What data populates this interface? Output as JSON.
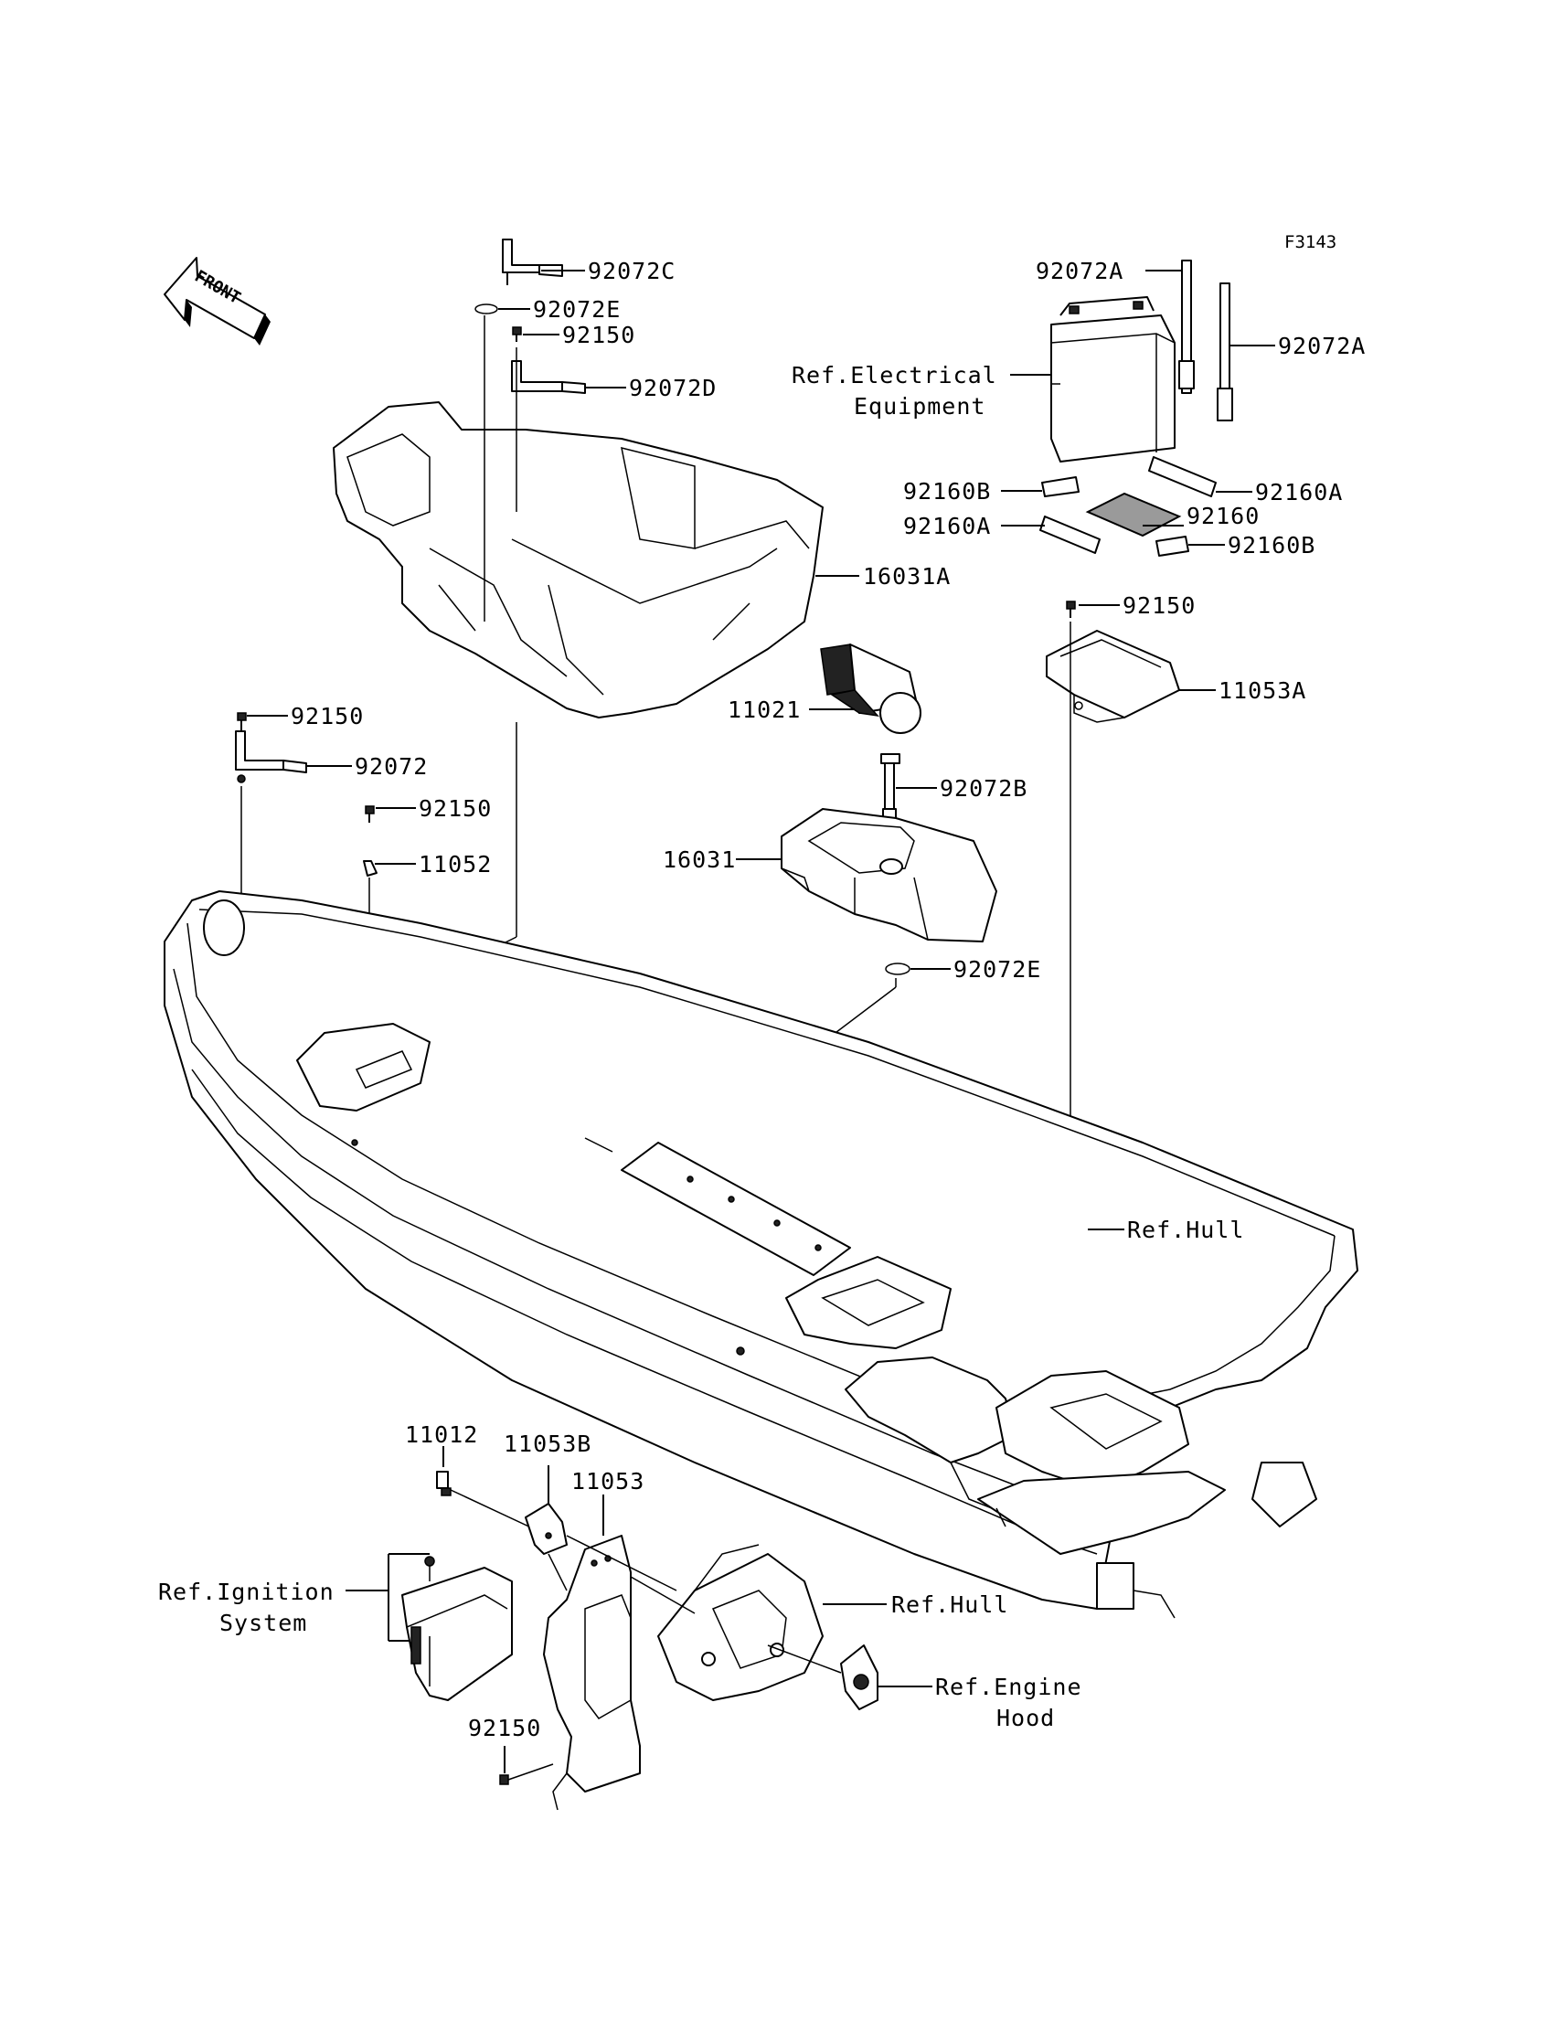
{
  "figure_code": "F3143",
  "front_label": "FRONT",
  "callouts": {
    "p92072C": "92072C",
    "p92072E_top": "92072E",
    "p92150_top": "92150",
    "p92072D": "92072D",
    "p16031A": "16031A",
    "p92150_left1": "92150",
    "p92072": "92072",
    "p92150_left2": "92150",
    "p11052": "11052",
    "p92072A_1": "92072A",
    "p92072A_2": "92072A",
    "ref_electrical_1": "Ref.Electrical",
    "ref_electrical_2": "Equipment",
    "p92160B_1": "92160B",
    "p92160A_1": "92160A",
    "p92160": "92160",
    "p92160A_2": "92160A",
    "p92160B_2": "92160B",
    "p92150_right": "92150",
    "p11053A": "11053A",
    "p11021": "11021",
    "p92072B": "92072B",
    "p16031": "16031",
    "p92072E_mid": "92072E",
    "ref_hull_1": "Ref.Hull",
    "p11012": "11012",
    "p11053B": "11053B",
    "p11053": "11053",
    "ref_ignition_1": "Ref.Ignition",
    "ref_ignition_2": "System",
    "ref_hull_2": "Ref.Hull",
    "ref_engine_1": "Ref.Engine",
    "ref_engine_2": "Hood",
    "p92150_bottom": "92150"
  }
}
